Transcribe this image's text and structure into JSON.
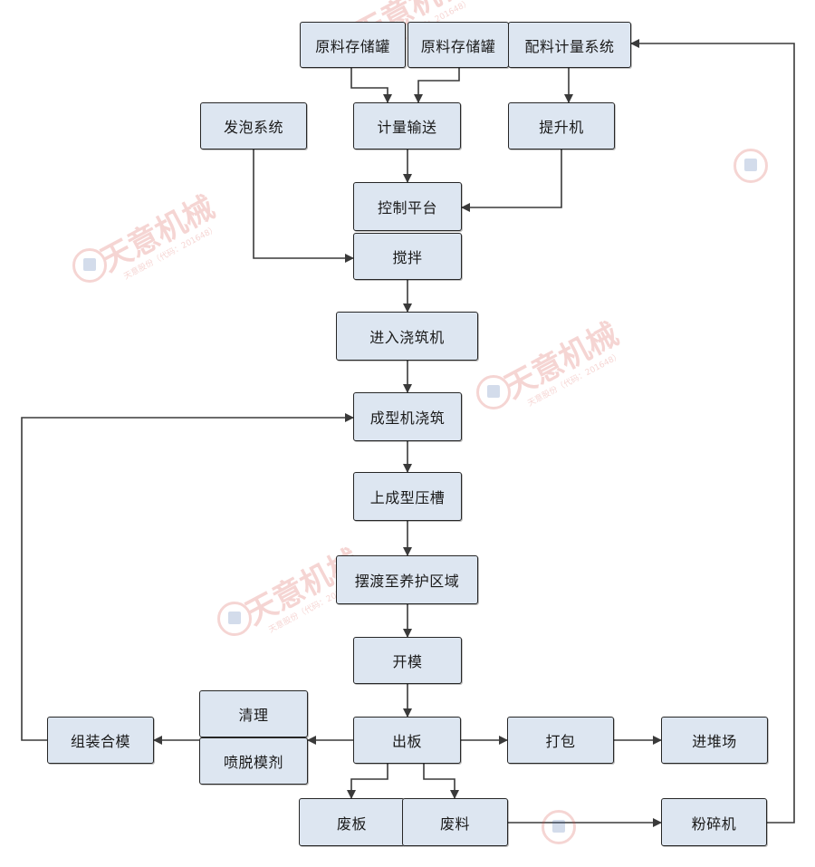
{
  "nodes": {
    "raw1": "原料存储罐",
    "raw2": "原料存储罐",
    "batching": "配料计量系统",
    "foaming": "发泡系统",
    "metering": "计量输送",
    "elevator": "提升机",
    "control": "控制平台",
    "mixing": "搅拌",
    "enter_pouring": "进入浇筑机",
    "mold_pouring": "成型机浇筑",
    "press_groove": "上成型压槽",
    "transfer": "摆渡至养护区域",
    "demold": "开模",
    "clean": "清理",
    "spray": "喷脱模剂",
    "assemble": "组装合模",
    "unload": "出板",
    "pack": "打包",
    "stack": "进堆场",
    "waste_board": "废板",
    "waste_material": "废料",
    "crusher": "粉碎机"
  },
  "watermark": {
    "brand": "天意机械",
    "sub": "天意股份（代码：201648）"
  },
  "colors": {
    "node_fill": "#dde6f1",
    "node_border": "#262626",
    "edge": "#3a3a3a",
    "watermark": "#d6453c"
  }
}
